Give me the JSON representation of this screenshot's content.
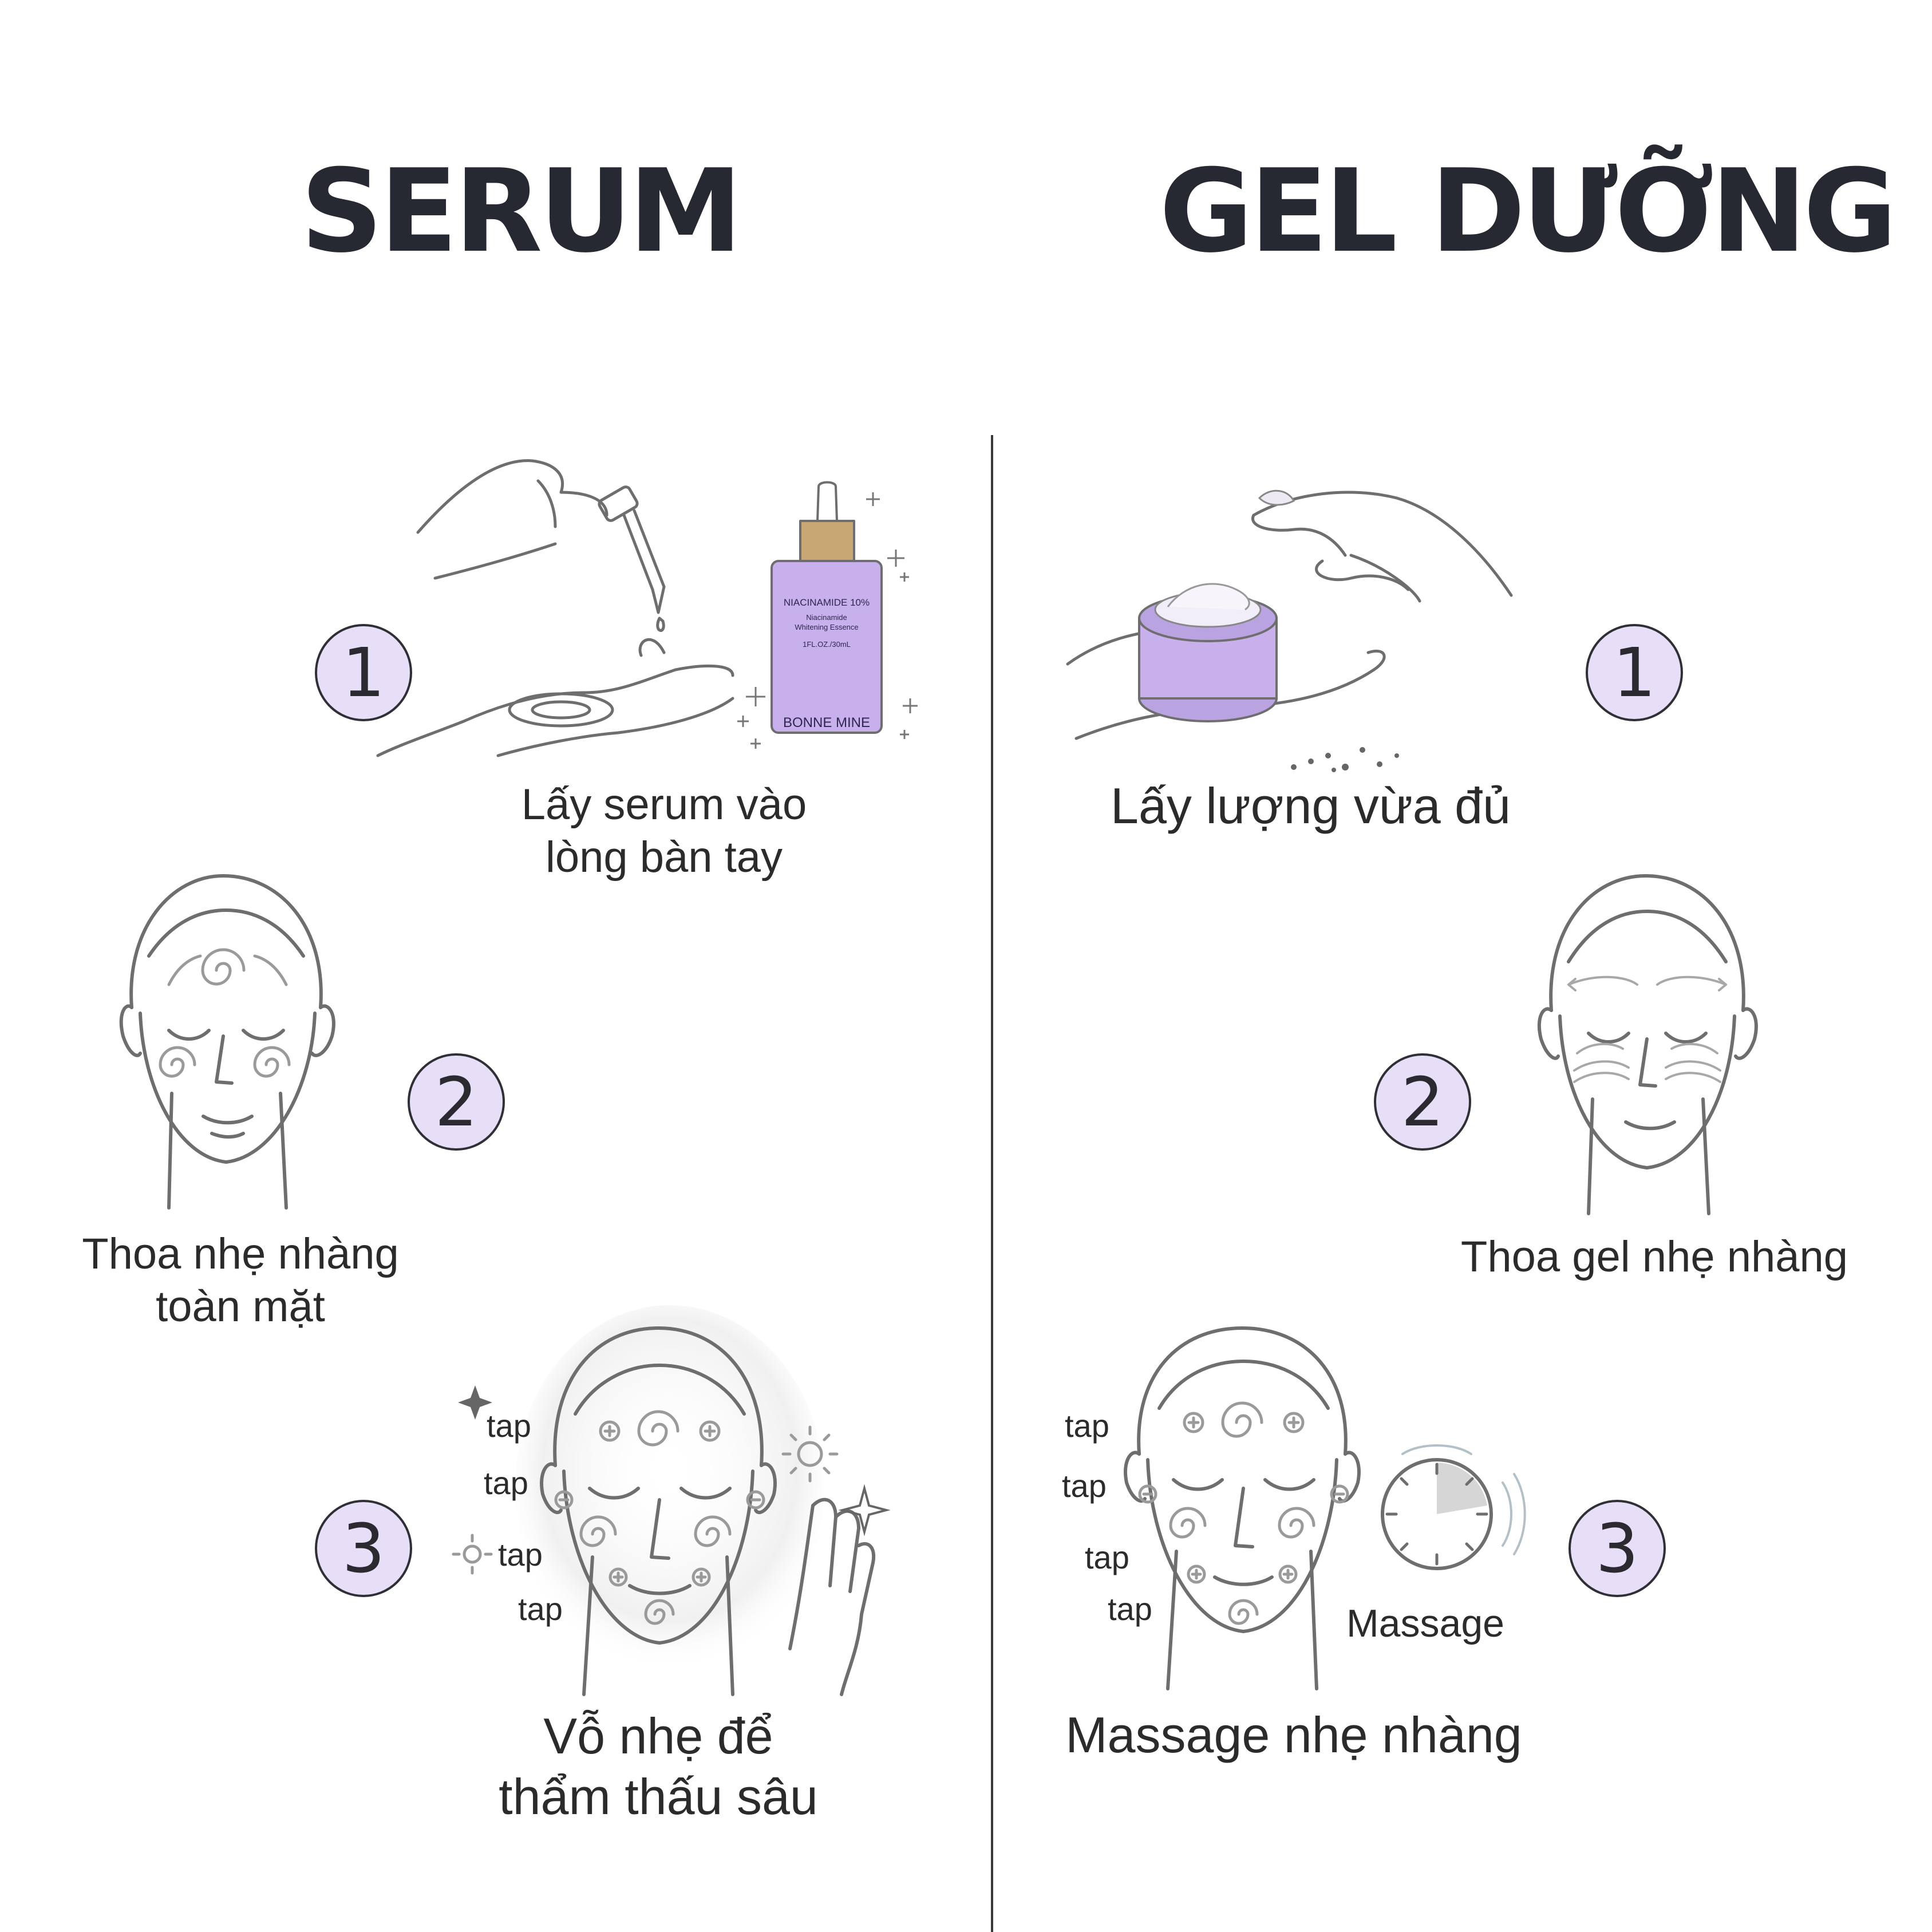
{
  "serum": {
    "title": "SERUM",
    "step1": {
      "number": "1",
      "caption_line1": "Lấy serum vào",
      "caption_line2": "lòng bàn tay"
    },
    "bottle": {
      "label_main": "NIACINAMIDE 10%",
      "label_sub1": "Niacinamide",
      "label_sub2": "Whitening Essence",
      "label_size": "1FL.OZ./30mL",
      "brand": "BONNE  MINE"
    },
    "step2": {
      "number": "2",
      "caption_line1": "Thoa nhẹ nhàng",
      "caption_line2": "toàn mặt"
    },
    "step3": {
      "number": "3",
      "caption_line1": "Vỗ nhẹ để",
      "caption_line2": "thẩm thấu sâu",
      "tap_labels": [
        "tap",
        "tap",
        "tap",
        "tap"
      ]
    }
  },
  "gel": {
    "title": "GEL DƯỠNG",
    "step1": {
      "number": "1",
      "caption": "Lấy lượng vừa đủ"
    },
    "step2": {
      "number": "2",
      "caption": "Thoa gel nhẹ nhàng"
    },
    "step3": {
      "number": "3",
      "caption": "Massage nhẹ nhàng",
      "timer_label": "Massage",
      "tap_labels": [
        "tap",
        "tap",
        "tap",
        "tap"
      ]
    }
  },
  "colors": {
    "accent_lavender": "#e7dff7",
    "bottle_purple": "#c7b0ec",
    "cap_gold": "#c8a774",
    "line": "#6e6e6e",
    "title": "#262932"
  },
  "icons": [
    "dropper-hand-icon",
    "serum-bottle-icon",
    "face-swirl-icon",
    "face-tap-icon",
    "cream-jar-hand-icon",
    "face-stroke-icon",
    "face-massage-icon",
    "timer-icon",
    "sparkle-icon"
  ]
}
